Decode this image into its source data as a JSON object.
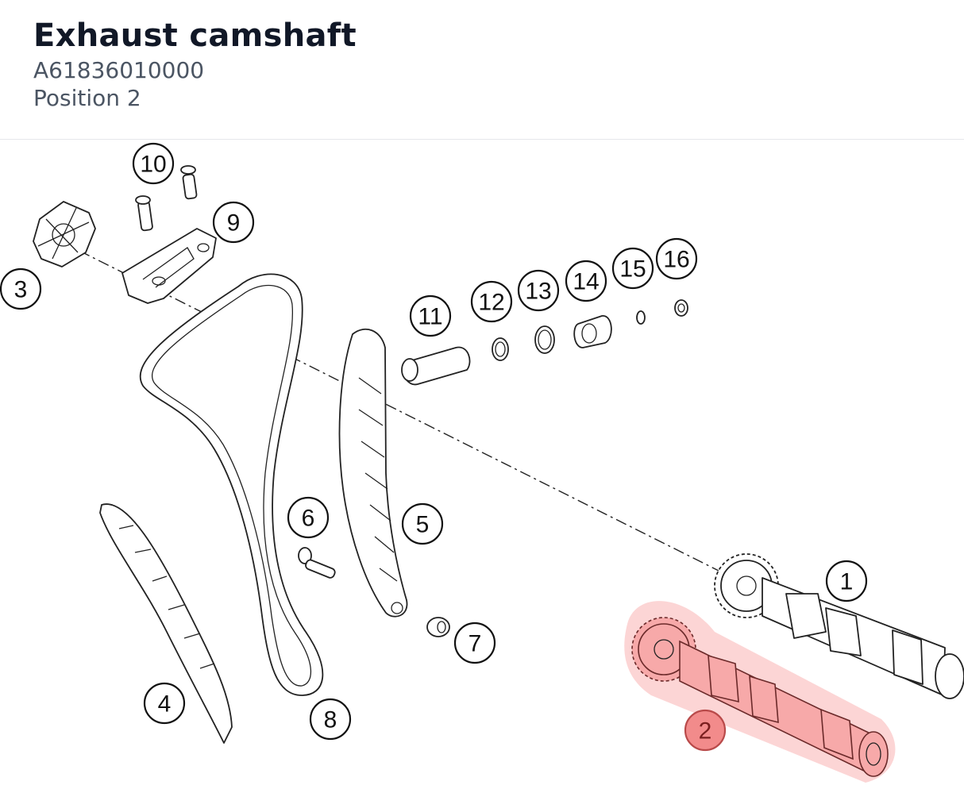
{
  "header": {
    "title": "Exhaust camshaft",
    "part_number": "A61836010000",
    "position": "Position 2"
  },
  "diagram": {
    "callouts": [
      "1",
      "2",
      "3",
      "4",
      "5",
      "6",
      "7",
      "8",
      "9",
      "10",
      "11",
      "12",
      "13",
      "14",
      "15",
      "16"
    ],
    "selected_callout": "2",
    "highlight_color": "#f28b8b"
  }
}
